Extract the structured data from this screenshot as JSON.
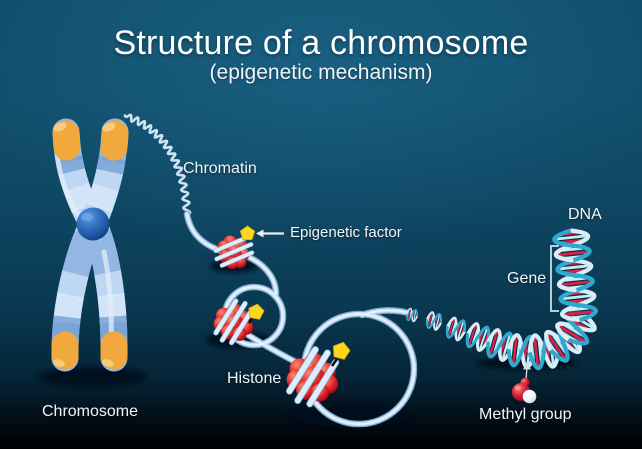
{
  "title": "Structure of a chromosome",
  "subtitle": "(epigenetic mechanism)",
  "labels": {
    "chromosome": "Chromosome",
    "chromatin": "Chromatin",
    "epigenetic_factor": "Epigenetic factor",
    "histone": "Histone",
    "dna": "DNA",
    "gene": "Gene",
    "methyl_group": "Methyl group"
  },
  "graphics": {
    "chromosome_shape": "x-shaped-chromosome-with-orange-telomeres",
    "centromere": "blue-sphere",
    "chromatin_fiber": "squiggle-line",
    "dna_strand": "looping-light-blue-ribbon",
    "histone_complex": "red-sphere-cluster-wrapped-by-strand",
    "epigenetic_factor_marker": "yellow-pentagon",
    "dna_helix": "cyan-double-helix-with-red-rungs",
    "methyl_molecule": "red-and-white-spheres"
  },
  "colors": {
    "background_top": "#11506c",
    "background_bottom": "#000000",
    "text": "#ffffff",
    "chromosome_body": "#93b6e2",
    "chromosome_band_light": "#d9e9fb",
    "chromosome_tip_orange": "#f1a83d",
    "centromere_blue": "#2b6cc0",
    "strand_blue": "#c9e2f5",
    "histone_red": "#e32734",
    "epigenetic_factor_yellow": "#ffd61e",
    "dna_strand_light": "#d8edf8",
    "dna_strand_cyan": "#2fa9cf",
    "dna_rung_red": "#dd2048",
    "dna_rung_pale": "#c2eef2",
    "methyl_red": "#d6213f",
    "methyl_white": "#ffffff",
    "gene_bracket": "#b9cdd9"
  }
}
